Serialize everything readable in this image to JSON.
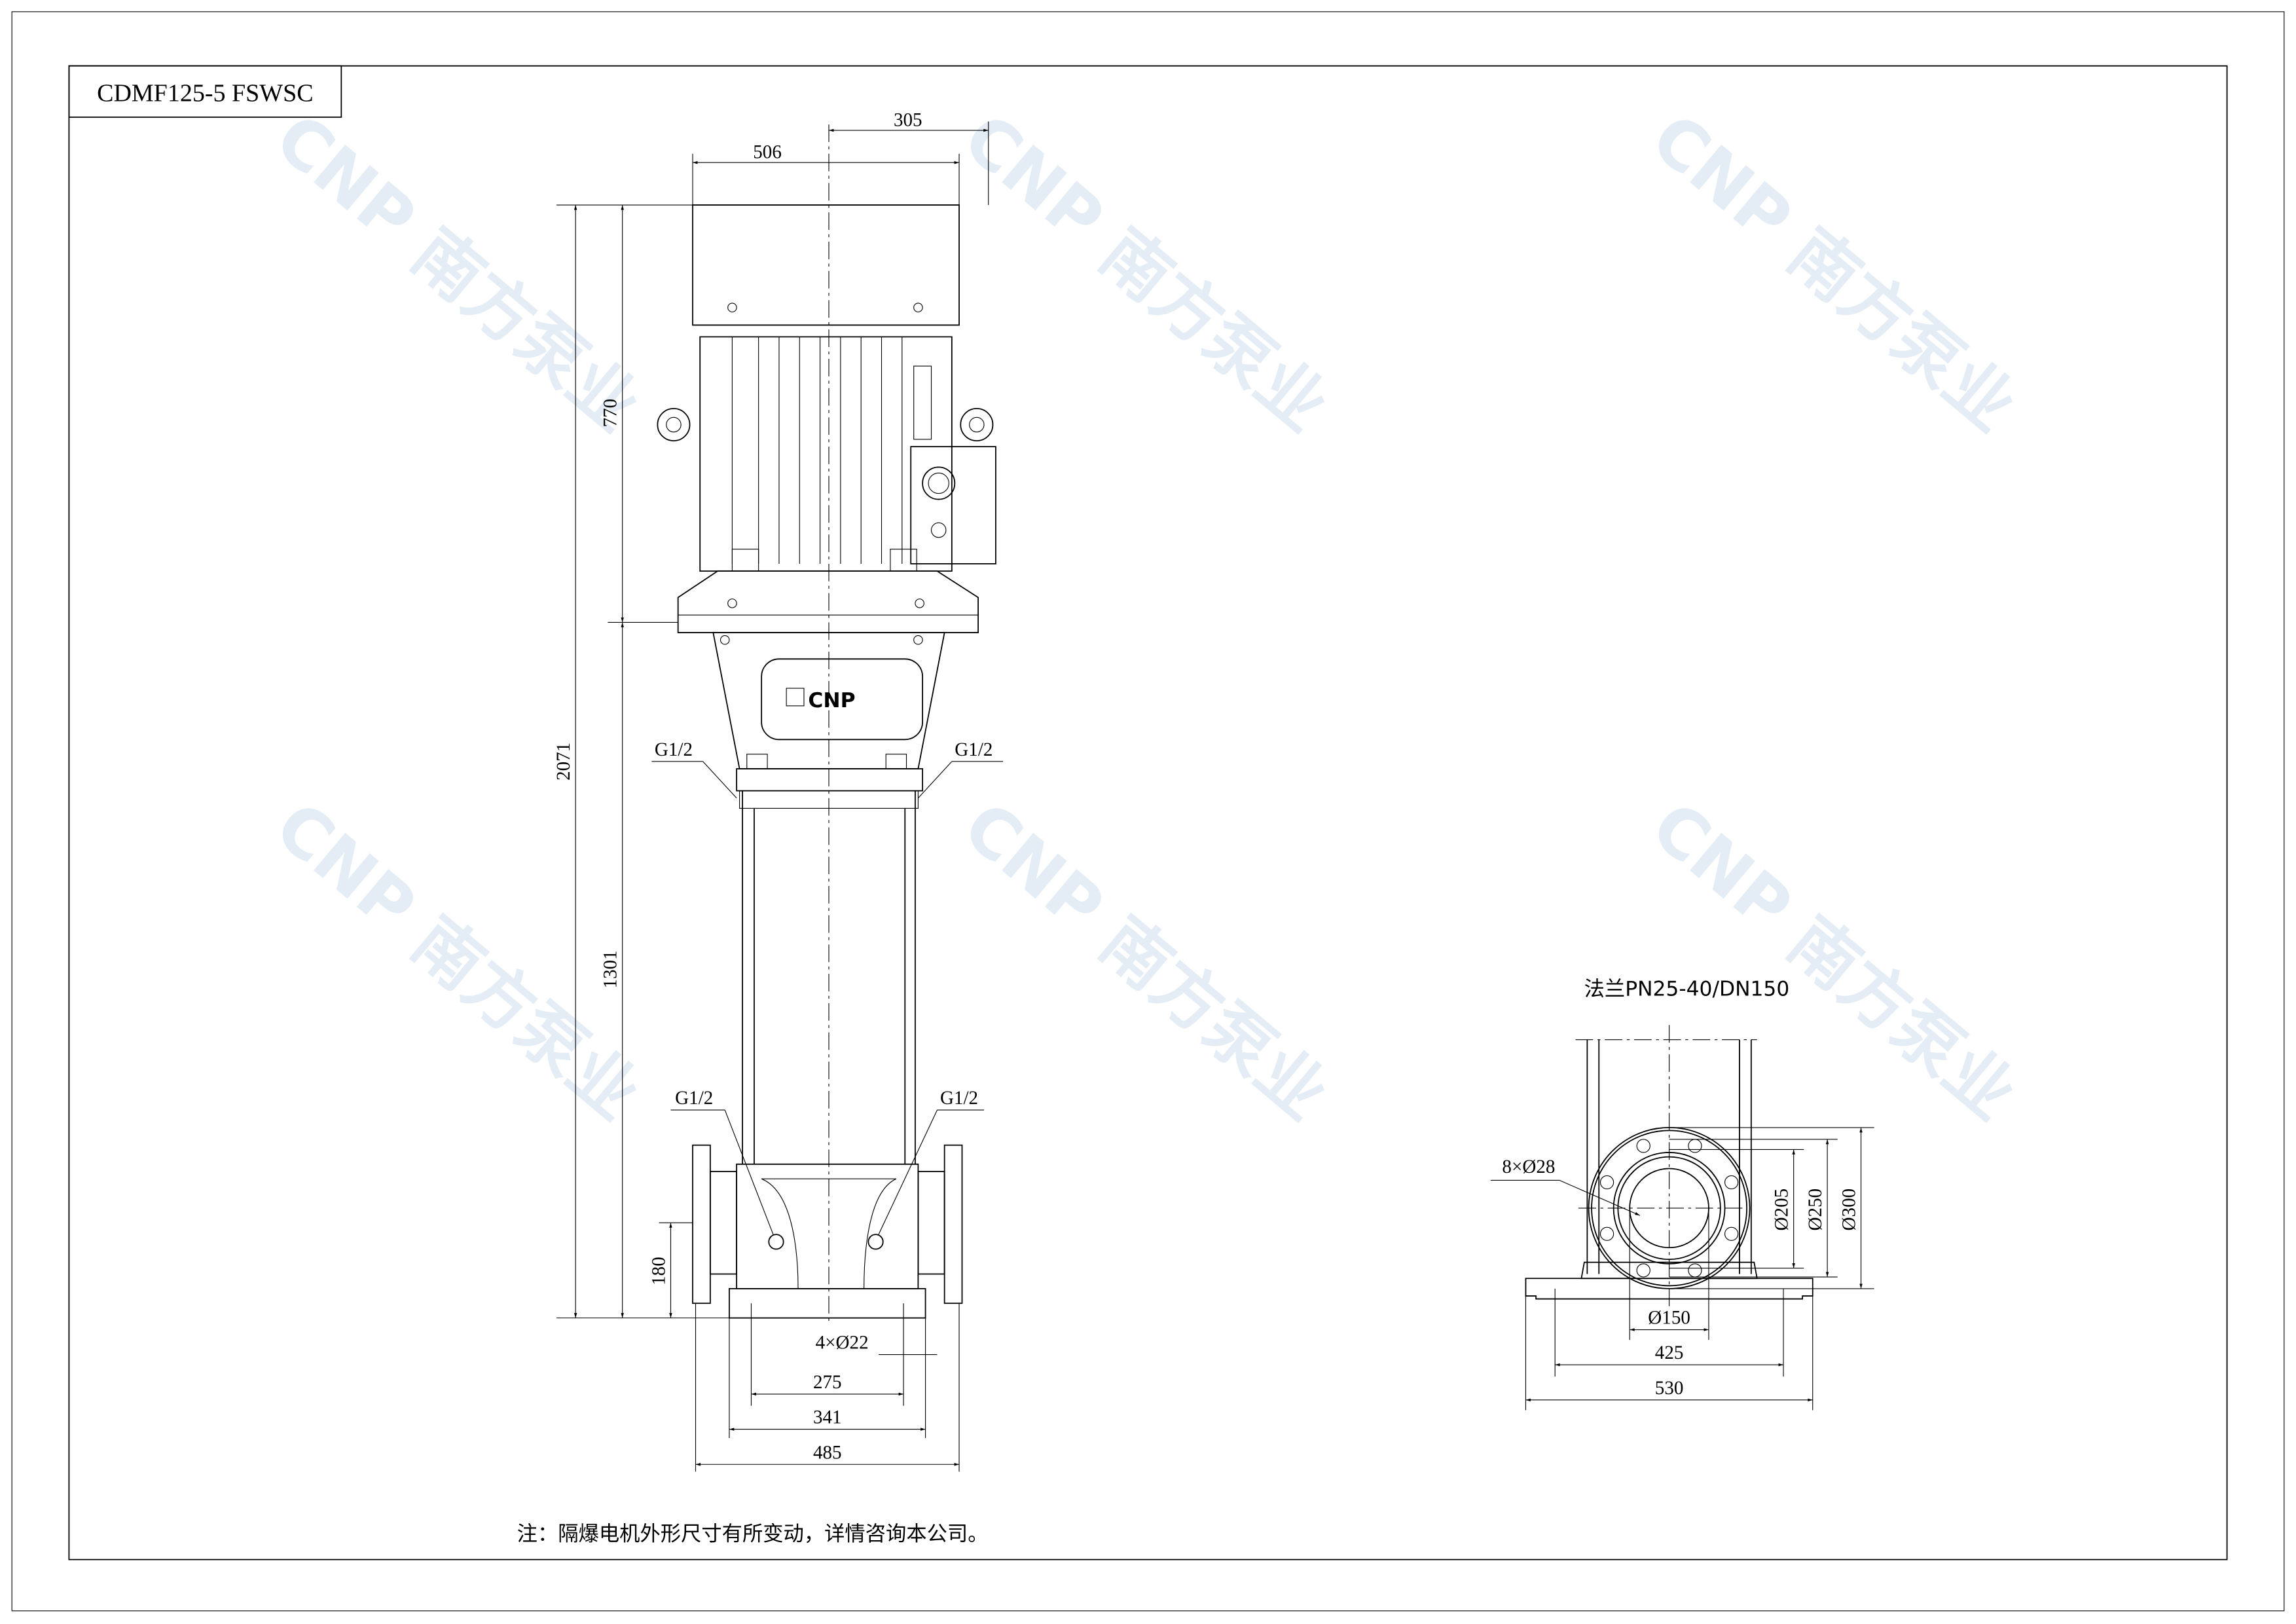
{
  "title_block": {
    "model": "CDMF125-5 FSWSC"
  },
  "watermark": {
    "text": "CNP 南方泵业"
  },
  "front_view": {
    "badge": "CNP",
    "dims": {
      "width_top": "506",
      "offset_top": "305",
      "total_height": "2071",
      "motor_height": "770",
      "pump_height": "1301",
      "inlet_height": "180",
      "holes": "4×Ø22",
      "bolt_span": "275",
      "base_inner": "341",
      "flange_span": "485"
    },
    "ports": [
      "G1/2",
      "G1/2",
      "G1/2",
      "G1/2"
    ]
  },
  "side_view": {
    "title": "法兰PN25-40/DN150",
    "bolts": "8×Ø28",
    "dims": {
      "d205": "Ø205",
      "d250": "Ø250",
      "d300": "Ø300",
      "d150": "Ø150",
      "w425": "425",
      "w530": "530"
    }
  },
  "note": "注：隔爆电机外形尺寸有所变动，详情咨询本公司。"
}
